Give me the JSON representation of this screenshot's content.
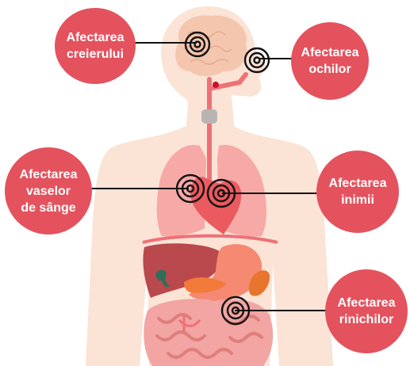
{
  "colors": {
    "bubble": "#e4525e",
    "skin": "#fbe3d6",
    "brain": "#f4c6ae",
    "lungs": "#f6a9a6",
    "heart": "#ea5a5f",
    "liver": "#b9494d",
    "stomach": "#f58972",
    "intestine": "#f2a5a2",
    "vessel": "#ee7177",
    "target": "#111111"
  },
  "labels": {
    "brain": "Afectarea\ncreierului",
    "eyes": "Afectarea\nochilor",
    "vessels": "Afectarea\nvaselor\nde sânge",
    "heart": "Afectarea\ninimii",
    "kidneys": "Afectarea\nrinichilor"
  },
  "icons": {
    "target": "concentric-circle-target-icon"
  }
}
